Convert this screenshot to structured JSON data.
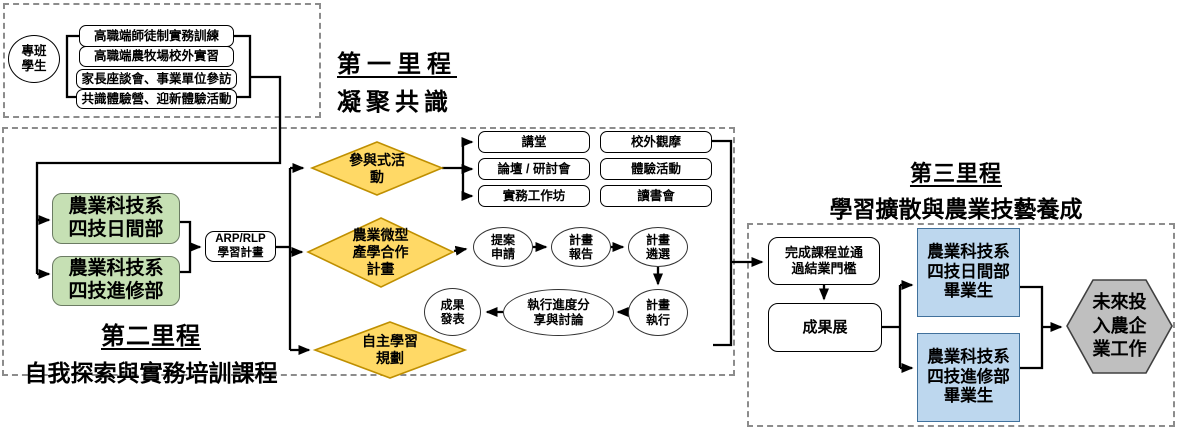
{
  "diagram": {
    "milestone1": {
      "title": "第一里程",
      "subtitle": "凝聚共識",
      "student_circle": "專班\n學生",
      "activities": [
        "高職端師徒制實務訓練",
        "高職端農牧場校外實習",
        "家長座談會、事業單位參訪",
        "共識體驗營、迎新體驗活動"
      ]
    },
    "milestone2": {
      "title": "第二里程",
      "subtitle": "自我探索與實務培訓課程",
      "departments": [
        "農業科技系\n四技日間部",
        "農業科技系\n四技進修部"
      ],
      "arp_box": "ARP/RLP\n學習計畫",
      "diamonds": [
        "參與式活\n動",
        "農業微型\n產學合作\n計畫",
        "自主學習\n規劃"
      ],
      "activity_types": [
        "講堂",
        "論壇 / 研討會",
        "實務工作坊",
        "校外觀摩",
        "體驗活動",
        "讀書會"
      ],
      "process_steps": [
        "提案\n申請",
        "計畫\n報告",
        "計畫\n遴選",
        "計畫\n執行",
        "執行進度分\n享與討論",
        "成果\n發表"
      ]
    },
    "milestone3": {
      "title": "第三里程",
      "subtitle": "學習擴散與農業技藝養成",
      "completion_box": "完成課程並通\n過結業門檻",
      "expo_box": "成果展",
      "graduates": [
        "農業科技系\n四技日間部\n畢業生",
        "農業科技系\n四技進修部\n畢業生"
      ],
      "future_hexagon": "未來投\n入農企\n業工作"
    },
    "colors": {
      "diamond_fill": "#FFD966",
      "diamond_stroke": "#BF8F00",
      "green_fill": "#C6E0B4",
      "blue_fill": "#BDD7EE",
      "hexagon_fill": "#BFBFBF",
      "dashed_border": "#8c8c8c",
      "line_color": "#000000"
    }
  }
}
